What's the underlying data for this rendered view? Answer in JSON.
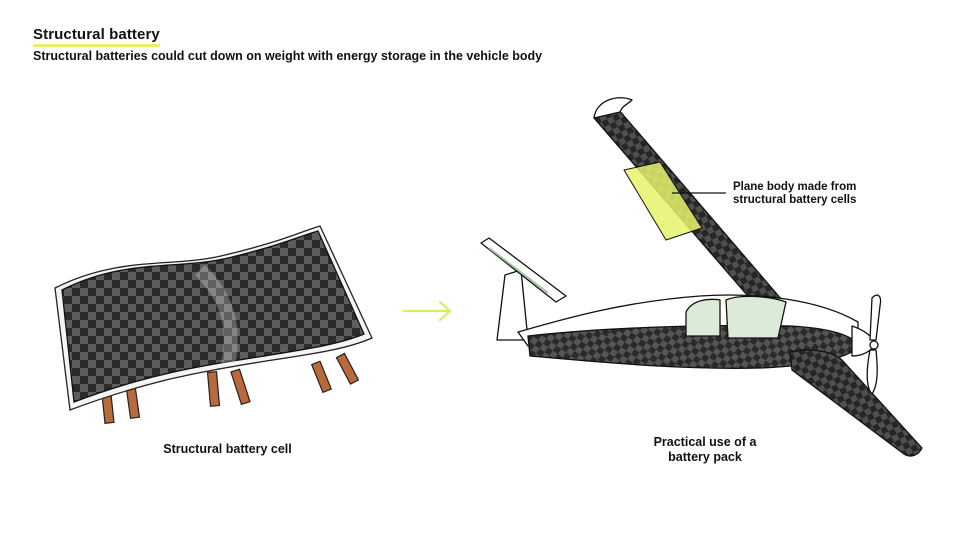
{
  "header": {
    "title": "Structural battery",
    "subtitle": "Structural batteries could cut down on weight with energy storage in the vehicle body"
  },
  "illustration": {
    "cell_caption": "Structural battery cell",
    "plane_caption": "Practical use of a\nbattery pack",
    "callout": "Plane body made from\nstructural battery cells"
  },
  "colors": {
    "highlight": "#e6f26a",
    "carbon_dark": "#2b2b2b",
    "carbon_light": "#6a6a6a",
    "tab_copper": "#b86a3c",
    "arrow": "#d8ec6a",
    "canopy": "#dcebd8"
  }
}
